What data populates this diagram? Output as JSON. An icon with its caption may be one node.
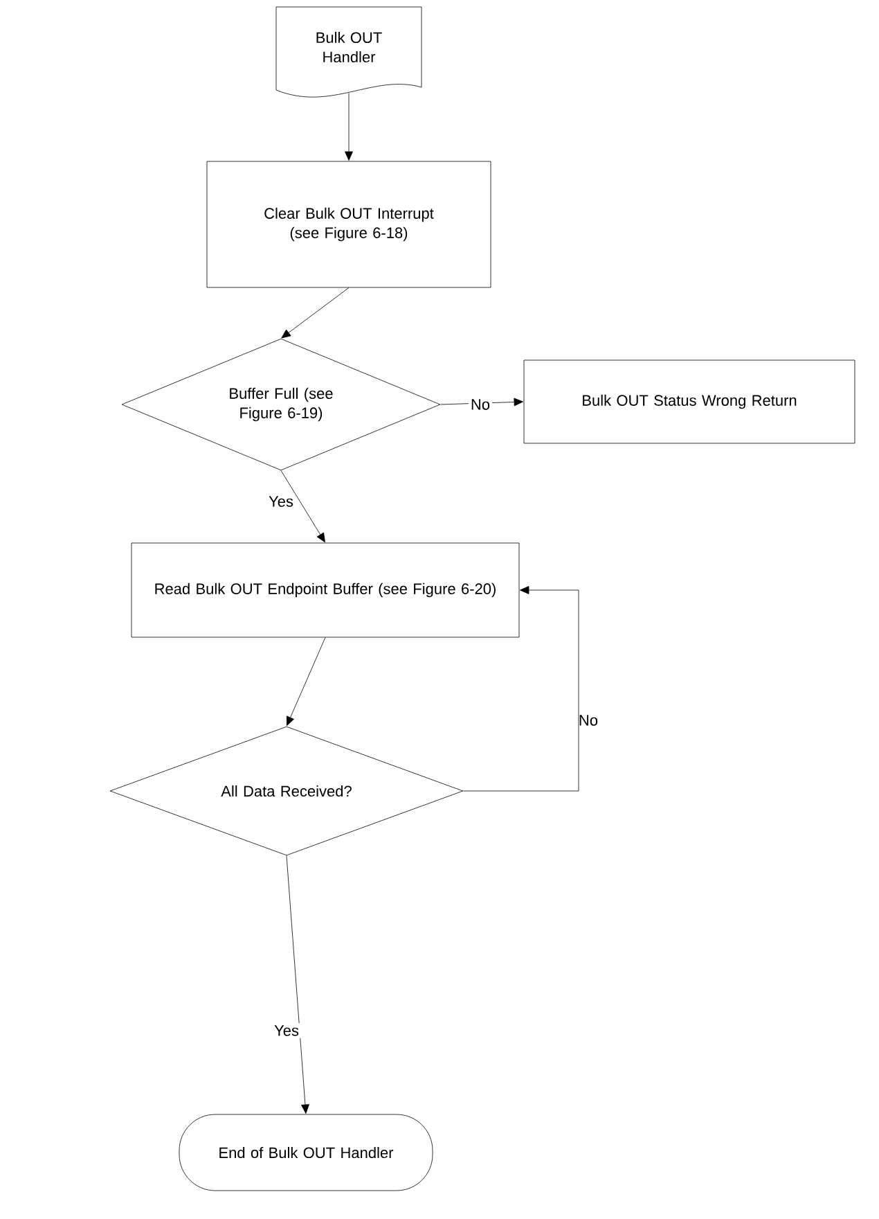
{
  "diagram": {
    "nodes": [
      {
        "text": [
          "Bulk OUT Handler"
        ]
      },
      {
        "text": [
          "Clear Bulk OUT Interrupt (see Figure 6-18)"
        ]
      },
      {
        "text": [
          "Buffer Full (see Figure 6-19)"
        ]
      },
      {
        "text": [
          "Bulk OUT Status Wrong Return"
        ]
      },
      {
        "text": [
          "Read Bulk OUT Endpoint Buffer (see Figure 6-20)"
        ]
      },
      {
        "text": [
          "All Data Received?"
        ]
      },
      {
        "text": [
          "End of Bulk OUT Handler"
        ]
      }
    ],
    "edges": [
      {
        "from": 0,
        "to": 1,
        "arrow": "to"
      },
      {
        "from": 1,
        "to": 2,
        "arrow": "to"
      },
      {
        "from": 2,
        "to": 3,
        "arrow": "to",
        "label": "No"
      },
      {
        "from": 2,
        "to": 4,
        "arrow": "to",
        "label": "Yes"
      },
      {
        "from": 4,
        "to": 5,
        "arrow": "to"
      },
      {
        "from": 5,
        "to": 4,
        "arrow": "to",
        "label": "No"
      },
      {
        "from": 5,
        "to": 6,
        "arrow": "to",
        "label": "Yes"
      }
    ]
  }
}
